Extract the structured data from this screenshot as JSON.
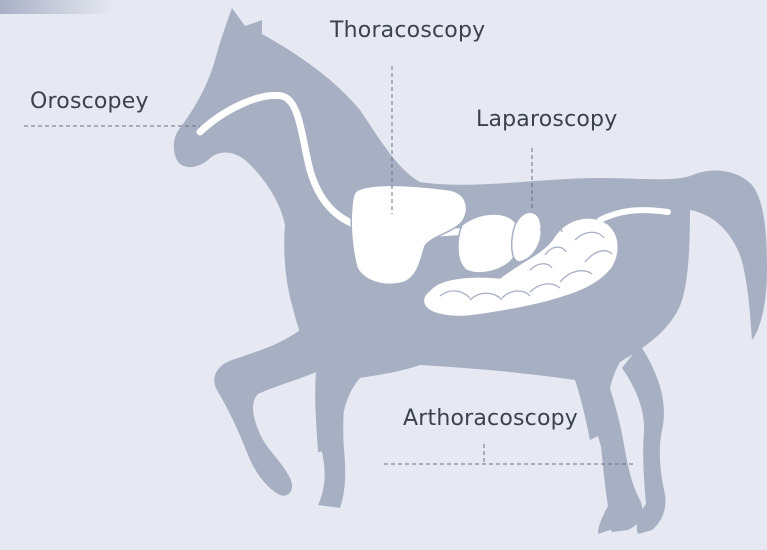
{
  "labels": {
    "thoracoscopy": "Thoracoscopy",
    "oroscopey": "Oroscopey",
    "laparoscopy": "Laparoscopy",
    "arthoracoscopy": "Arthoracoscopy"
  },
  "colors": {
    "background": "#e6e9f1",
    "horse": "#a7afc3",
    "organs": "#ffffff",
    "leader_line": "#6a7288",
    "text": "#3c4150"
  }
}
